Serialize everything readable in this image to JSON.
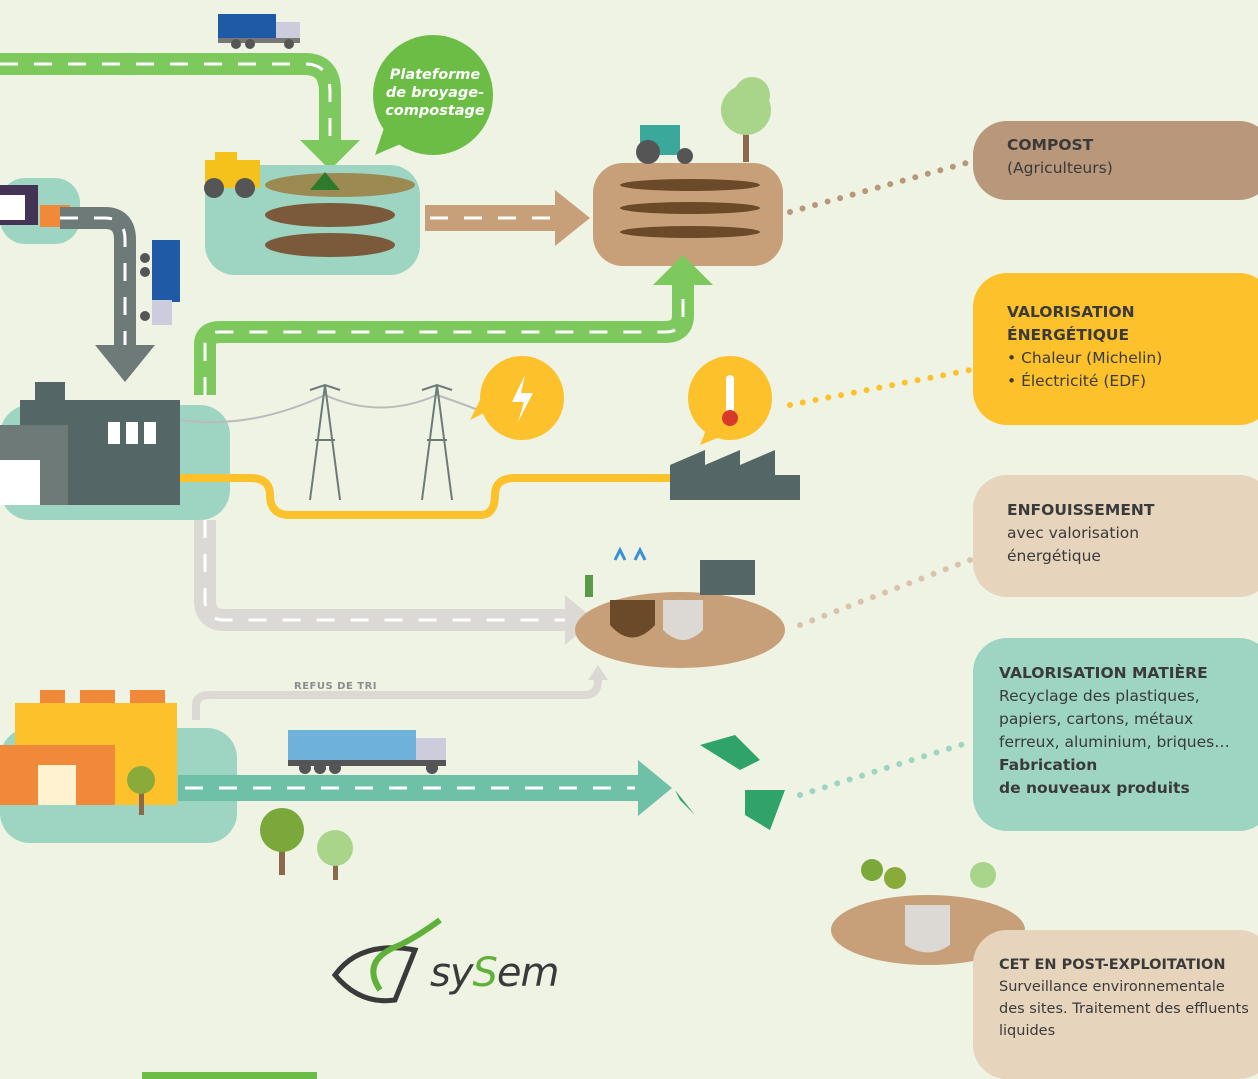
{
  "bubble": {
    "platform_line1": "Plateforme",
    "platform_line2": "de broyage-",
    "platform_line3": "compostage"
  },
  "path_label": "REFUS DE TRI",
  "outputs": {
    "compost": {
      "title": "COMPOST",
      "line1": "(Agriculteurs)"
    },
    "energie": {
      "title1": "VALORISATION",
      "title2": "ÉNERGÉTIQUE",
      "line1": "• Chaleur (Michelin)",
      "line2": "• Électricité (EDF)"
    },
    "enfouissement": {
      "title": "ENFOUISSEMENT",
      "line1": "avec valorisation",
      "line2": "énergétique"
    },
    "matiere": {
      "title": "VALORISATION MATIÈRE",
      "line1": "Recyclage des plastiques,",
      "line2": "papiers, cartons, métaux",
      "line3": "ferreux, aluminium, briques…",
      "bold1": "Fabrication",
      "bold2": "de nouveaux produits"
    },
    "cet": {
      "title": "CET EN POST-EXPLOITATION",
      "line1": "Surveillance environnementale",
      "line2": "des sites. Traitement des effluents",
      "line3": "liquides"
    }
  },
  "logo": {
    "part1": "sy",
    "part2": "S",
    "part3": "em"
  },
  "colors": {
    "background": "#eef3e4",
    "green_road": "#7dc95e",
    "grey_road": "#6e7a78",
    "light_road": "#dcd8d3",
    "teal_road": "#6ec1a7",
    "soil": "#c7a07a",
    "yellow": "#fdc22b"
  }
}
